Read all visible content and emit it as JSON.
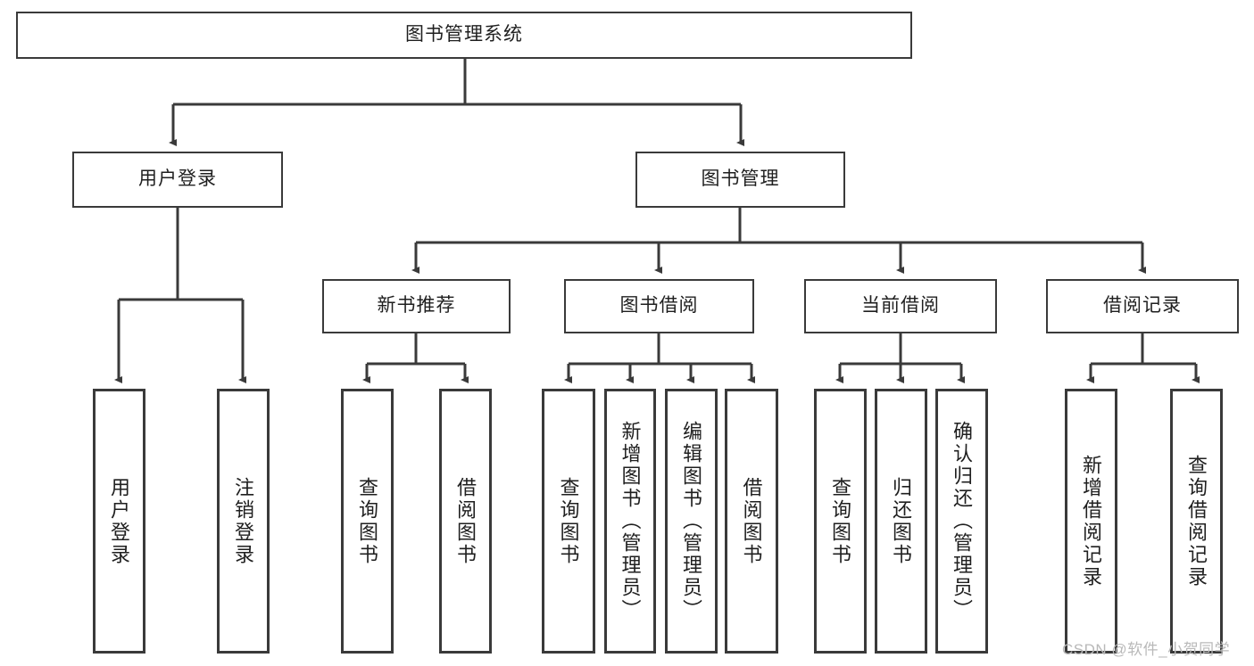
{
  "diagram": {
    "title_node": {
      "label": "图书管理系统"
    },
    "level2": [
      {
        "id": "user-login",
        "label": "用户登录"
      },
      {
        "id": "book-management",
        "label": "图书管理"
      }
    ],
    "level3": [
      {
        "id": "new-book-recommend",
        "label": "新书推荐"
      },
      {
        "id": "book-borrow",
        "label": "图书借阅"
      },
      {
        "id": "current-borrow",
        "label": "当前借阅"
      },
      {
        "id": "borrow-record",
        "label": "借阅记录"
      }
    ],
    "leaves": [
      {
        "id": "leaf-user-login",
        "label": "用户登录"
      },
      {
        "id": "leaf-logout-login",
        "label": "注销登录"
      },
      {
        "id": "leaf-query-book-1",
        "label": "查询图书"
      },
      {
        "id": "leaf-borrow-book-1",
        "label": "借阅图书"
      },
      {
        "id": "leaf-query-book-2",
        "label": "查询图书"
      },
      {
        "id": "leaf-add-book-admin",
        "label": "新增图书（管理员）"
      },
      {
        "id": "leaf-edit-book-admin",
        "label": "编辑图书（管理员）"
      },
      {
        "id": "leaf-borrow-book-2",
        "label": "借阅图书"
      },
      {
        "id": "leaf-query-book-3",
        "label": "查询图书"
      },
      {
        "id": "leaf-return-book",
        "label": "归还图书"
      },
      {
        "id": "leaf-confirm-return-admin",
        "label": "确认归还（管理员）"
      },
      {
        "id": "leaf-add-borrow-record",
        "label": "新增借阅记录"
      },
      {
        "id": "leaf-query-borrow-record",
        "label": "查询借阅记录"
      }
    ]
  },
  "watermark": {
    "text": "CSDN @软件_小贺同学"
  },
  "colors": {
    "stroke": "#3a3a3a",
    "text": "#1f1f1f",
    "background": "#ffffff",
    "watermark": "#b9b9b9"
  }
}
